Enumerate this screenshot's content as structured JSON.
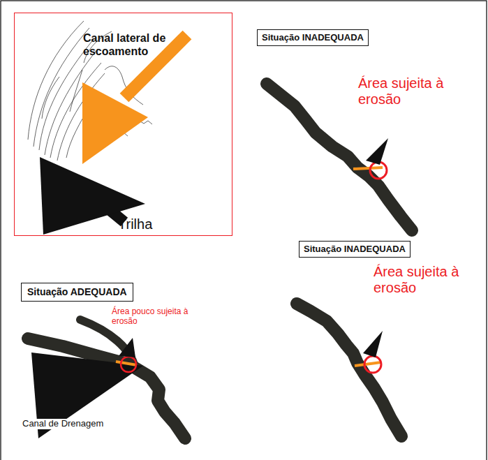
{
  "diagram": {
    "nodes": [
      {
        "text": [
          "Canal lateral de escoamento",
          "Trilha"
        ]
      },
      {
        "text": [
          "Situação INADEQUADA"
        ]
      },
      {
        "text": [
          "Situação INADEQUADA"
        ]
      },
      {
        "text": [
          "Situação ADEQUADA"
        ]
      }
    ],
    "labels": [
      "Área sujeita à erosão",
      "Área sujeita à erosão",
      "Área pouco sujeita à erosão",
      "Canal de Drenagem"
    ]
  }
}
